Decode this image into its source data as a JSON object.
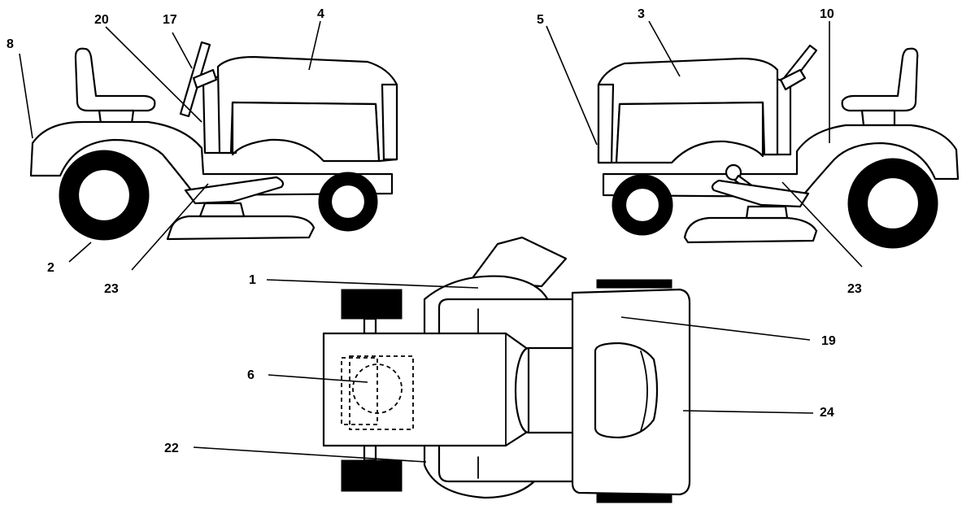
{
  "callouts": {
    "c8": "8",
    "c20": "20",
    "c17": "17",
    "c4": "4",
    "c2": "2",
    "c23_left": "23",
    "c5": "5",
    "c3": "3",
    "c10": "10",
    "c23_right": "23",
    "c1": "1",
    "c19": "19",
    "c6": "6",
    "c24": "24",
    "c22": "22"
  }
}
